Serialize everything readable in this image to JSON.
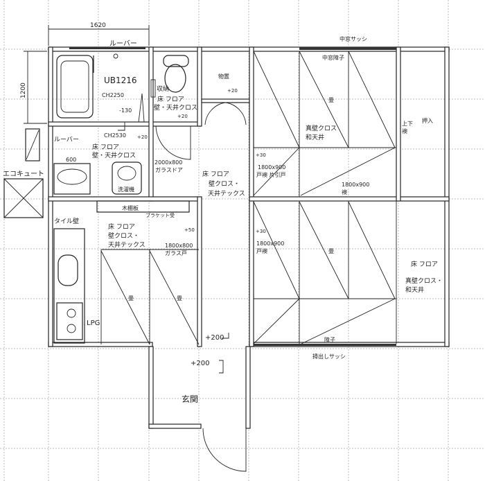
{
  "dimensions": {
    "width_label": "1620",
    "height_label": "1200"
  },
  "labels": {
    "louver_top": "ルーバー",
    "bath_unit": "UB1216",
    "bath_ch": "CH2250",
    "bath_step": "-130",
    "storage_small": "収納",
    "toilet_finish1": "床 フロア",
    "toilet_finish2": "壁・天井クロス",
    "toilet_step": "+20",
    "storeroom": "物置",
    "storeroom_step": "+20",
    "louver_left": "ルーバー",
    "wash_ch": "CH2530",
    "wash_step": "+20",
    "wash_finish1": "床 フロア",
    "wash_finish2": "壁・天井クロス",
    "basin_width": "600",
    "washer": "洗濯機",
    "glass_door_size": "2000x800",
    "glass_door": "ガラスドア",
    "eco_cute": "エコキュート",
    "hall_finish1": "床 フロア",
    "hall_finish2": "壁クロス・",
    "hall_finish3": "天井テックス",
    "wood_shelf": "木棚板",
    "bracket": "ブラケット受",
    "tile_wall": "タイル壁",
    "kitchen_finish1": "床 フロア",
    "kitchen_finish2": "壁クロス・",
    "kitchen_finish3": "天井テックス",
    "kitchen_step": "+50",
    "kitchen_door_size": "1800x800",
    "kitchen_door": "ガラス戸",
    "tatami_k1": "畳",
    "tatami_k2": "畳",
    "lpg": "LPG",
    "step_200a": "+200",
    "step_200b": "+200",
    "genkan": "玄関",
    "mid_sash": "中窓サッシ",
    "mid_shoji": "中窓障子",
    "tatami_r1": "畳",
    "room1_finish1": "真壁クロス",
    "room1_finish2": "和天井",
    "room1_step": "+30",
    "room1_door_size": "1800x900",
    "room1_door": "戸襖 片引戸",
    "fusuma_size": "1800x900",
    "fusuma": "襖",
    "closet_door1": "上下",
    "closet_door2": "襖",
    "closet": "押入",
    "room2_step": "+30",
    "room2_door_size": "1800x900",
    "room2_door": "戸襖",
    "tatami_r2": "畳",
    "room3_finish1": "床 フロア",
    "room3_finish2": "真壁クロス・",
    "room3_finish3": "和天井",
    "shoji": "障子",
    "sweep_sash": "掃出しサッシ"
  }
}
